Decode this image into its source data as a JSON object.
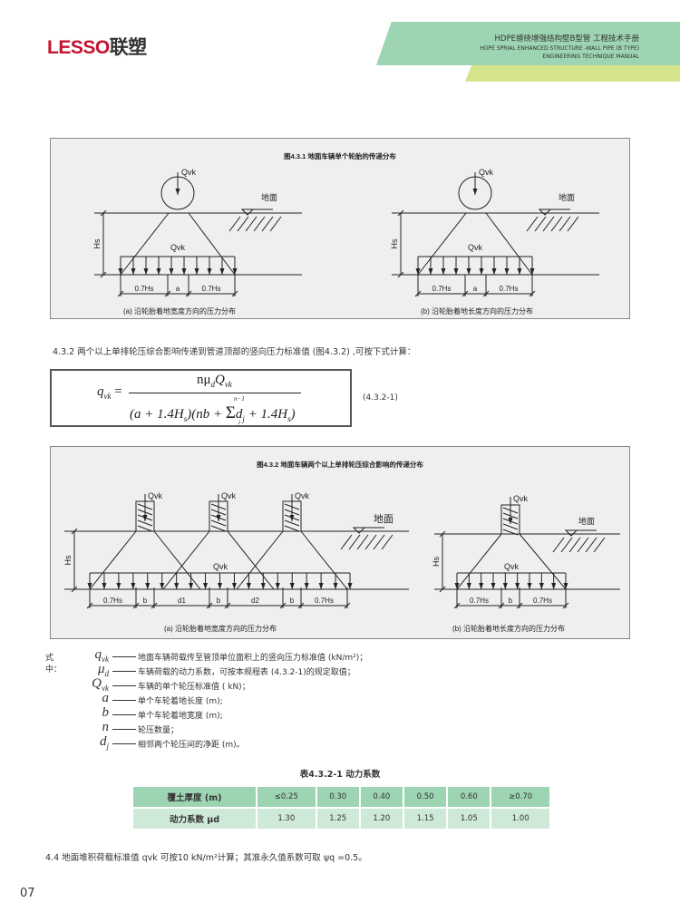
{
  "header": {
    "logo_latin": "LESSO",
    "logo_cn": "联塑",
    "title_cn": "HDPE缠绕增强结构壁B型管  工程技术手册",
    "title_en1": "HDPE SPRIAL ENHANCED STRUCTURE -WALL PIPE (B TYPE)",
    "title_en2": "ENGINEERING TECHNIQUE MANUAL"
  },
  "fig1": {
    "title": "图4.3.1  地面车辆单个轮胎的传递分布",
    "load": "Qvk",
    "ground": "地面",
    "hs": "Hs",
    "dim_side": "0.7Hs",
    "dim_mid": "a",
    "caption_a": "(a) 沿轮胎着地宽度方向的压力分布",
    "caption_b": "(b) 沿轮胎着地长度方向的压力分布"
  },
  "para_432": "4.3.2 两个以上单排轮压综合影响传递到管道顶部的竖向压力标准值 (图4.3.2) ,可按下式计算：",
  "formula": {
    "lhs": "q",
    "lhs_sub": "vk",
    "eq": "=",
    "num": "nμ",
    "num_sub": "d",
    "num_q": "Q",
    "num_q_sub": "vk",
    "den1": "(a + 1.4H",
    "den1_sub": "s",
    "den1_end": ")",
    "den2": "(nb + ",
    "sigma": "Σ",
    "sigma_top": "n−1",
    "sigma_bot": "i",
    "dj": "d",
    "dj_sub": "j",
    "den2_end": " + 1.4H",
    "den2_sub": "s",
    "den2_close": ")",
    "number": "(4.3.2-1)"
  },
  "fig2": {
    "title": "图4.3.2  地面车辆两个以上单排轮压综合影响的传递分布",
    "load": "Qvk",
    "ground": "地面",
    "hs": "Hs",
    "dims_a": [
      "0.7Hs",
      "b",
      "d1",
      "b",
      "d2",
      "b",
      "0.7Hs"
    ],
    "dims_b": [
      "0.7Hs",
      "b",
      "0.7Hs"
    ],
    "caption_a": "(a) 沿轮胎着地宽度方向的压力分布",
    "caption_b": "(b) 沿轮胎着地长度方向的压力分布"
  },
  "definitions": {
    "label": "式中：",
    "items": [
      {
        "sym": "q",
        "sub": "vk",
        "text": "地面车辆荷载传至管顶单位面积上的竖向压力标准值 (kN/m²)；"
      },
      {
        "sym": "μ",
        "sub": "d",
        "text": "车辆荷载的动力系数，可按本规程表 (4.3.2-1)的规定取值；"
      },
      {
        "sym": "Q",
        "sub": "vk",
        "text": "车辆的单个轮压标准值 ( kN)；"
      },
      {
        "sym": "a",
        "sub": "",
        "text": "单个车轮着地长度 (m);"
      },
      {
        "sym": "b",
        "sub": "",
        "text": "单个车轮着地宽度 (m);"
      },
      {
        "sym": "n",
        "sub": "",
        "text": "轮压数量；"
      },
      {
        "sym": "d",
        "sub": "j",
        "text": "相邻两个轮压间的净距 (m)。"
      }
    ]
  },
  "table": {
    "caption": "表4.3.2-1   动力系数",
    "row1_head": "覆土厚度 (m)",
    "row1": [
      "≤0.25",
      "0.30",
      "0.40",
      "0.50",
      "0.60",
      "≥0.70"
    ],
    "row2_head": "动力系数 μd",
    "row2": [
      "1.30",
      "1.25",
      "1.20",
      "1.15",
      "1.05",
      "1.00"
    ]
  },
  "para_44": "4.4 地面堆积荷载标准值 qvk 可按10 kN/m²计算；其准永久值系数可取 ψq =0.5。",
  "page_number": "07",
  "colors": {
    "brand_red": "#c4122f",
    "band_green": "#9dd4b1",
    "band_yellow": "#d3e48a",
    "table_light": "#cfe9d8"
  }
}
